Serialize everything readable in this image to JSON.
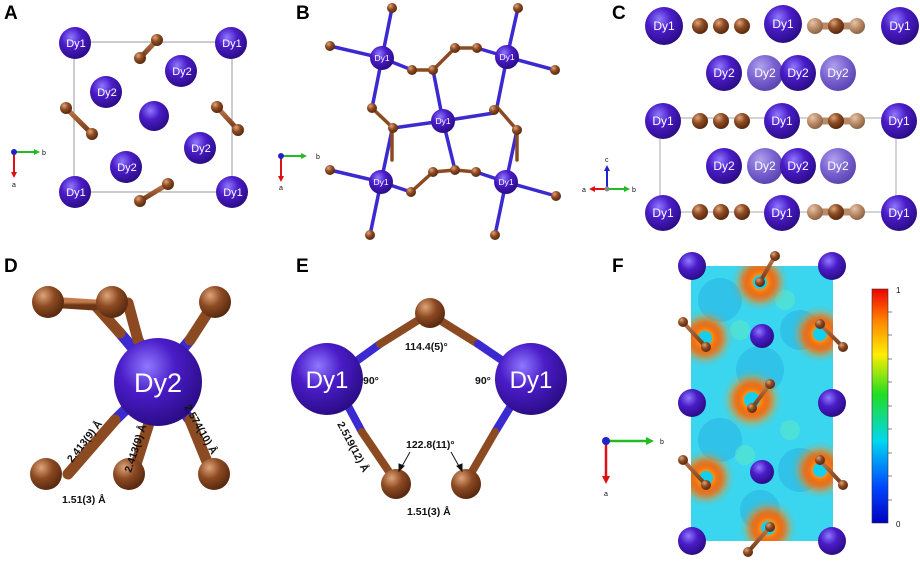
{
  "panels": [
    "A",
    "B",
    "C",
    "D",
    "E",
    "F"
  ],
  "atoms": {
    "dy1": "Dy1",
    "dy2": "Dy2"
  },
  "axes": {
    "a": "a",
    "b": "b",
    "c": "c"
  },
  "measurements": {
    "d_bond_1": "2.413(9) Å",
    "d_bond_2": "2.413(9) Å",
    "d_bond_3": "2.574(10) Å",
    "d_cc": "1.51(3) Å",
    "e_angle_top": "114.4(5)°",
    "e_angle_left": "90°",
    "e_angle_right": "90°",
    "e_bond": "2.519(12) Å",
    "e_angle_bottom": "122.8(11)°",
    "e_cc": "1.51(3) Å"
  },
  "colorbar": {
    "max_label": "1",
    "min_label": "0"
  },
  "colors": {
    "dy": "#4a1cc8",
    "carbon": "#8c4a22",
    "bond_dy": "#3a2ad0"
  }
}
